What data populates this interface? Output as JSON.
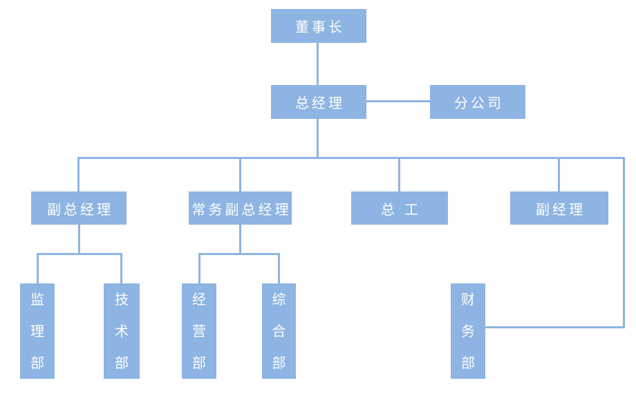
{
  "diagram": {
    "type": "org-chart",
    "colors": {
      "node_fill": "#8DB4E2",
      "connector": "#8DB4E2",
      "text_color": "#FFFFFF",
      "background": "#FFFFFF"
    },
    "nodes": {
      "chairman": {
        "label": "董事长"
      },
      "general_manager": {
        "label": "总经理"
      },
      "branch_company": {
        "label": "分公司"
      },
      "deputy_gm": {
        "label": "副总经理"
      },
      "executive_deputy_gm": {
        "label": "常务副总经理"
      },
      "chief_engineer": {
        "label": "总 工"
      },
      "deputy_manager": {
        "label": "副经理"
      },
      "supervision_dept": {
        "label": "监理部"
      },
      "technology_dept": {
        "label": "技术部"
      },
      "operations_dept": {
        "label": "经营部"
      },
      "general_affairs_dept": {
        "label": "综合部"
      },
      "finance_dept": {
        "label": "财务部"
      }
    },
    "edges": [
      {
        "from": "chairman",
        "to": "general_manager"
      },
      {
        "from": "general_manager",
        "to": "branch_company"
      },
      {
        "from": "general_manager",
        "to": "deputy_gm"
      },
      {
        "from": "general_manager",
        "to": "executive_deputy_gm"
      },
      {
        "from": "general_manager",
        "to": "chief_engineer"
      },
      {
        "from": "general_manager",
        "to": "deputy_manager"
      },
      {
        "from": "general_manager",
        "to": "finance_dept"
      },
      {
        "from": "deputy_gm",
        "to": "supervision_dept"
      },
      {
        "from": "deputy_gm",
        "to": "technology_dept"
      },
      {
        "from": "executive_deputy_gm",
        "to": "operations_dept"
      },
      {
        "from": "executive_deputy_gm",
        "to": "general_affairs_dept"
      }
    ]
  }
}
